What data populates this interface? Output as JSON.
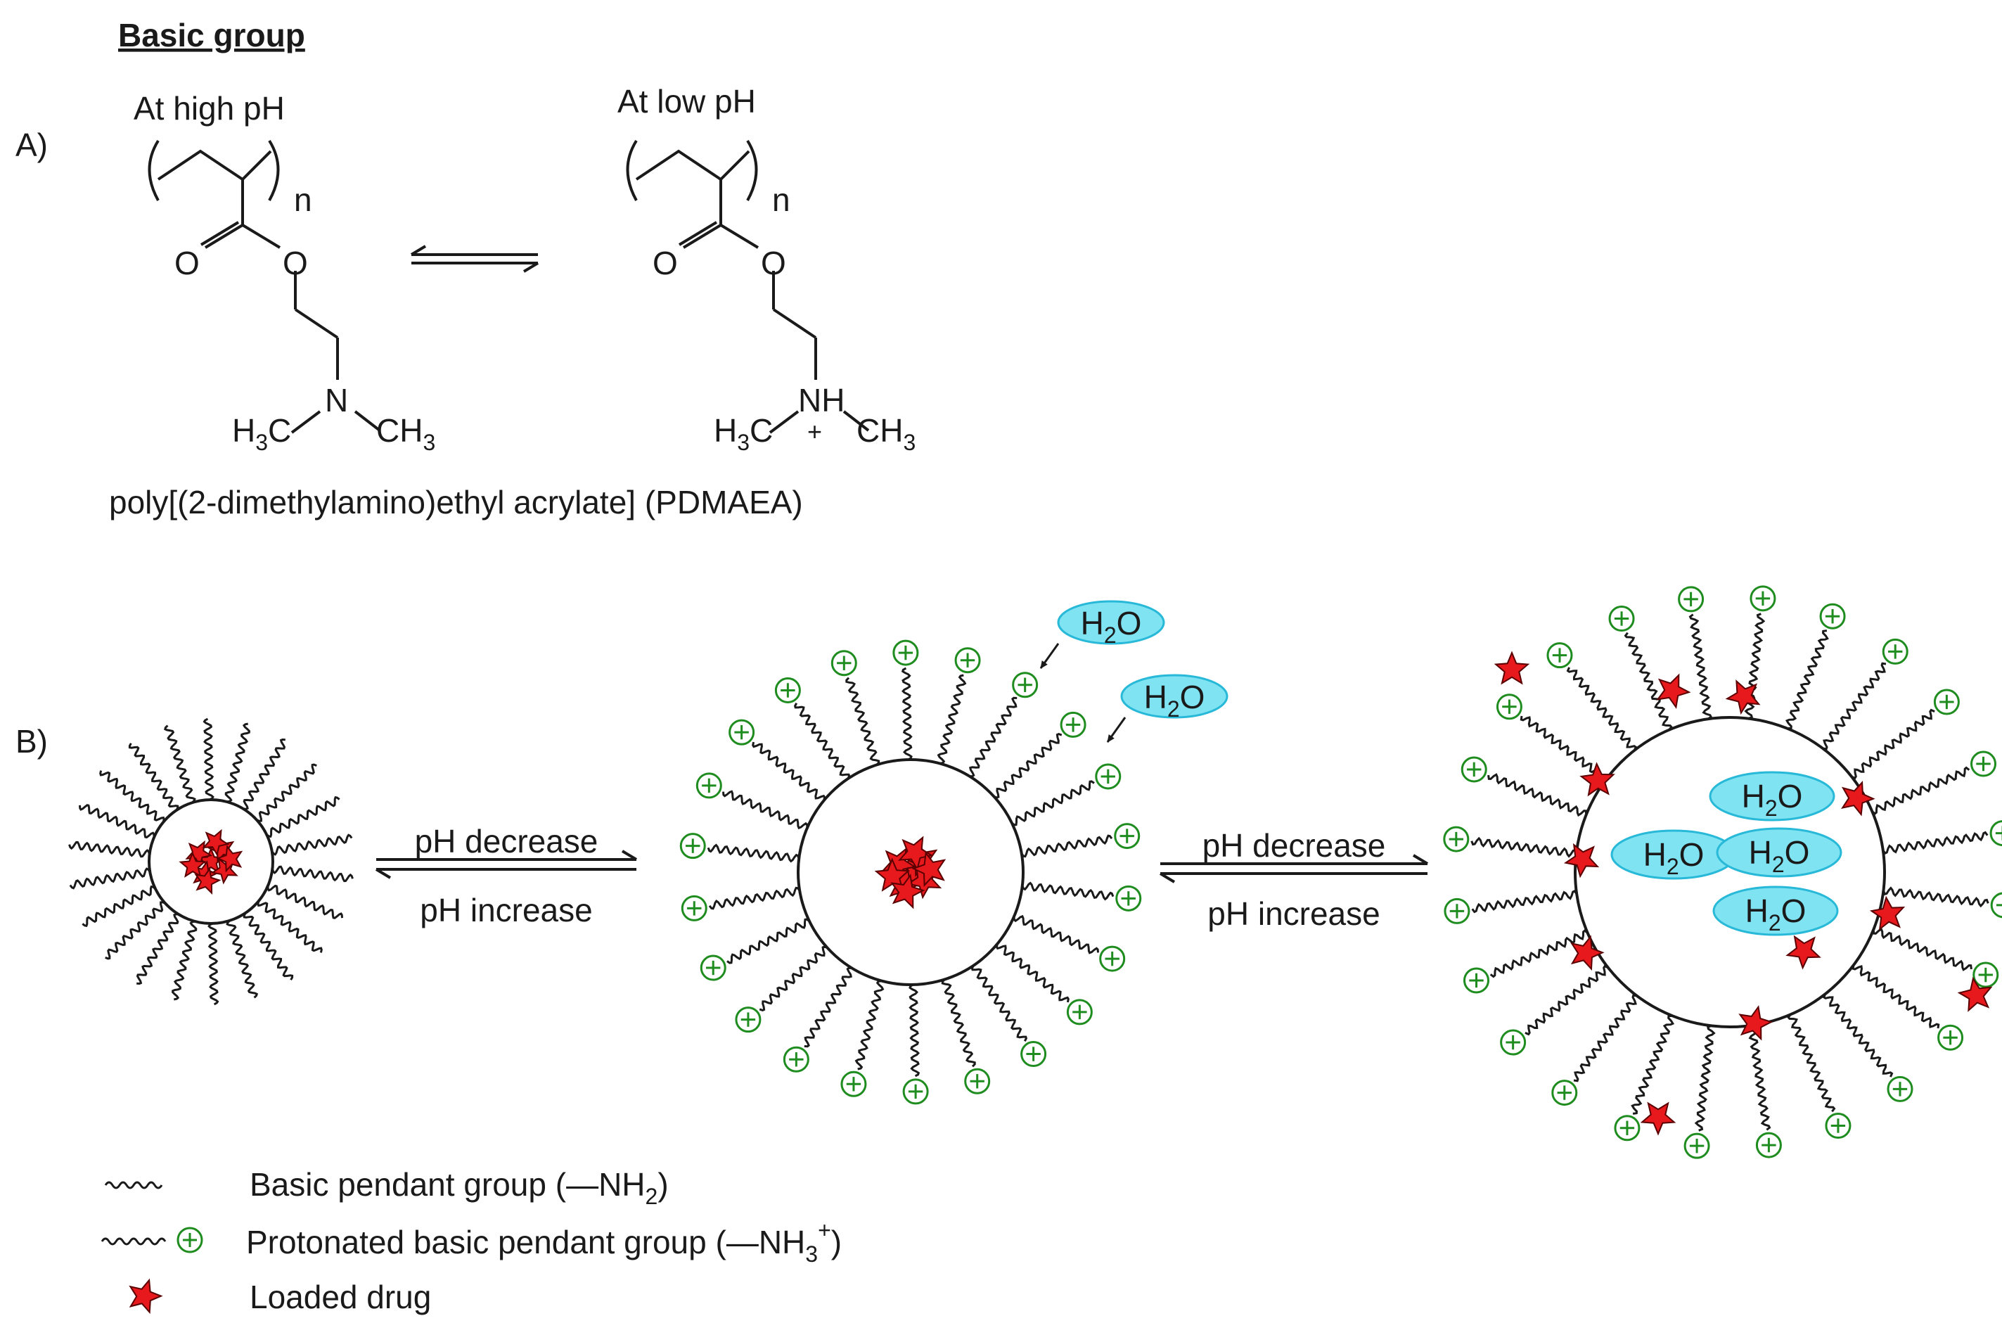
{
  "heading": "Basic group",
  "panelA": {
    "label": "A)",
    "left": {
      "caption": "At high pH",
      "repeat": "n",
      "carbonylO": "O",
      "esterO": "O",
      "nitrogen": "N",
      "methylLeft": "H",
      "methylLeftSub": "3",
      "methylLeftTail": "C",
      "methylRightHead": "CH",
      "methylRightSub": "3"
    },
    "right": {
      "caption": "At low pH",
      "repeat": "n",
      "carbonylO": "O",
      "esterO": "O",
      "nitrogen": "NH",
      "charge": "+",
      "methylLeft": "H",
      "methylLeftSub": "3",
      "methylLeftTail": "C",
      "methylRightHead": "CH",
      "methylRightSub": "3"
    },
    "polymerName": "poly[(2-dimethylamino)ethyl acrylate] (PDMAEA)"
  },
  "panelB": {
    "label": "B)",
    "arrow1": {
      "top": "pH decrease",
      "bottom": "pH increase"
    },
    "arrow2": {
      "top": "pH decrease",
      "bottom": "pH increase"
    },
    "waterLabel": "H",
    "waterSub": "2",
    "waterTail": "O"
  },
  "legend": [
    {
      "text": "Basic pendant group (—NH",
      "sub": "2",
      "sup": "",
      "tail": ")"
    },
    {
      "text": "Protonated basic pendant group (—NH",
      "sub": "3",
      "sup": "+",
      "tail": ")"
    },
    {
      "text": "Loaded drug",
      "sub": "",
      "sup": "",
      "tail": ""
    }
  ],
  "colors": {
    "ink": "#1a1a1a",
    "drug": "#e8191c",
    "charge": "#1e8c1e",
    "water": "#7fe3f2",
    "waterEdge": "#28b8d8"
  }
}
